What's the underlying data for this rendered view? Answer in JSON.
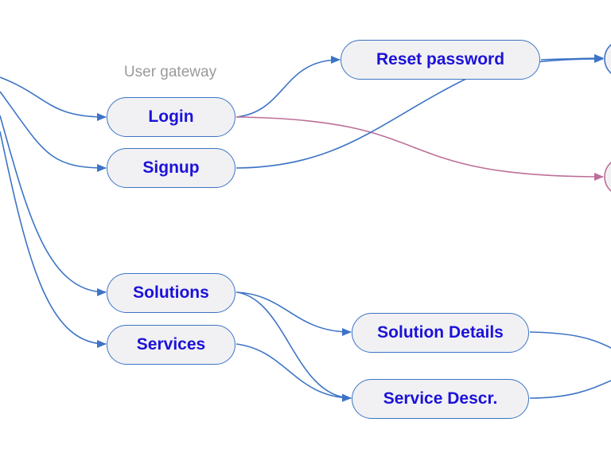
{
  "group_label": "User gateway",
  "colors": {
    "node_fill": "#f1f1f3",
    "node_border": "#3d74c6",
    "node_text": "#1c12d8",
    "edge_blue": "#3d74c6",
    "edge_pink": "#bd6e98",
    "group_label": "#9a9a9a"
  },
  "nodes": {
    "login": "Login",
    "signup": "Signup",
    "solutions": "Solutions",
    "services": "Services",
    "reset_password": "Reset password",
    "solution_details": "Solution Details",
    "service_descr": "Service Descr."
  }
}
